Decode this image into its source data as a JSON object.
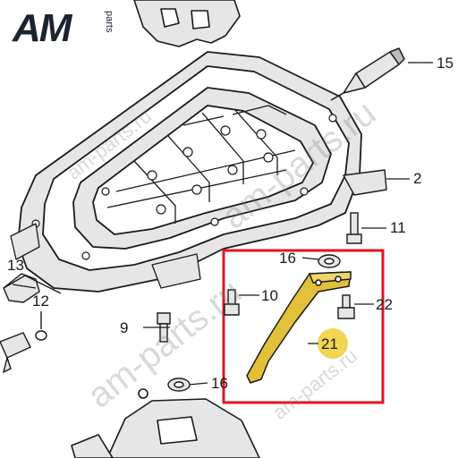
{
  "logo": {
    "brand": "AM",
    "sub": "parts"
  },
  "watermarks": [
    "am-parts.ru",
    "am-parts.ru",
    "am-parts.ru",
    "am-parts.ru"
  ],
  "callouts": [
    "15",
    "2",
    "11",
    "16",
    "10",
    "22",
    "21",
    "13",
    "12",
    "9",
    "16"
  ],
  "colors": {
    "line": "#1a1a1a",
    "fill": "#ffffff",
    "panel": "#e6e6e6",
    "highlight": "#e3161c",
    "part": "#e3c03a",
    "badge": "#f0d040"
  }
}
